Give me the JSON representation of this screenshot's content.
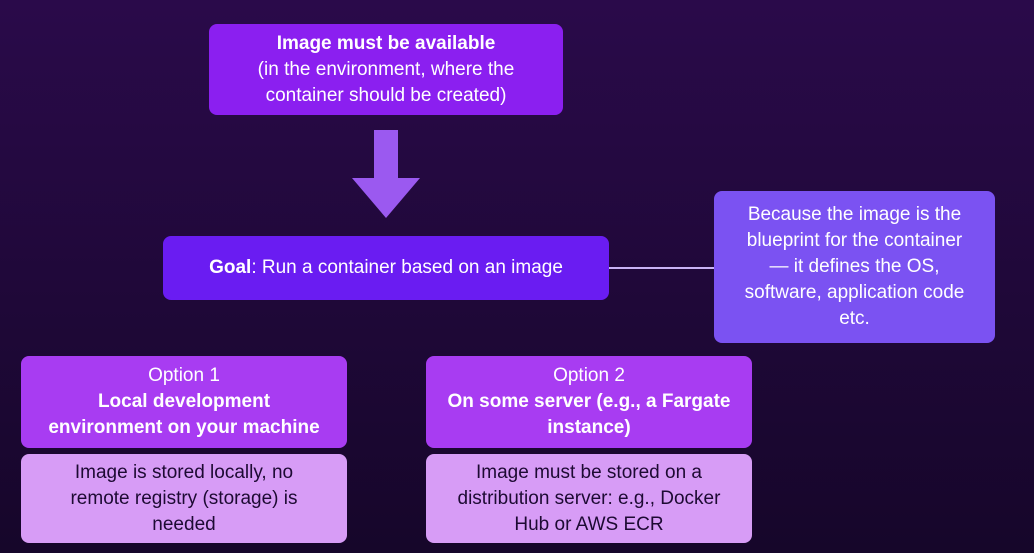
{
  "top_box": {
    "title": "Image must be available",
    "line1": "(in the environment, where the",
    "line2": "container should be created)"
  },
  "goal": {
    "label": "Goal",
    "text": ": Run a container based on an image"
  },
  "note": {
    "line1": "Because the image is the",
    "line2": "blueprint for the container",
    "line3": "— it defines the OS,",
    "line4": "software, application code",
    "line5": "etc."
  },
  "option1": {
    "header": "Option 1",
    "title_line1": "Local development",
    "title_line2": "environment on your machine",
    "body_line1": "Image is stored locally, no",
    "body_line2": "remote registry (storage) is",
    "body_line3": "needed"
  },
  "option2": {
    "header": "Option 2",
    "title_line1": "On some server (e.g., a Fargate",
    "title_line2": "instance)",
    "body_line1": "Image must be stored on a",
    "body_line2": "distribution server: e.g., Docker",
    "body_line3": "Hub or AWS ECR"
  },
  "colors": {
    "top_box": "#8b1ff0",
    "goal_box": "#6a1cf2",
    "note_box": "#7b52f2",
    "option_header": "#a83cf2",
    "option_body": "#d79cf6",
    "arrow": "#9b59f0"
  },
  "icons": {
    "arrow": "down-arrow-icon"
  }
}
